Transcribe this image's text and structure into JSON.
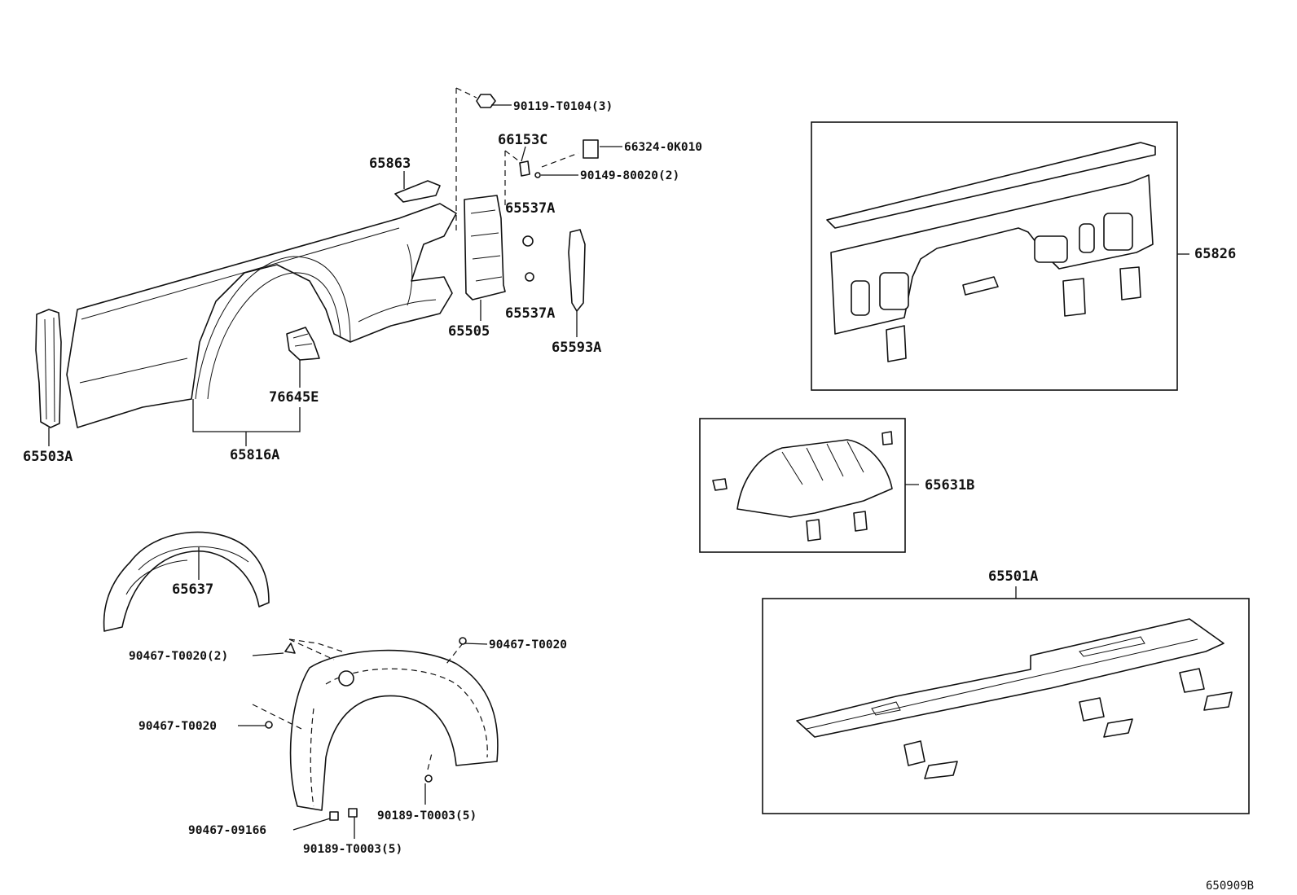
{
  "diagram_id": "650909B",
  "labels": {
    "p90119": "90119-T0104(3)",
    "p66153C": "66153C",
    "p66324": "66324-0K010",
    "p90149": "90149-80020(2)",
    "p65863": "65863",
    "p65537A_top": "65537A",
    "p65537A_bot": "65537A",
    "p65505": "65505",
    "p65593A": "65593A",
    "p76645E": "76645E",
    "p65503A": "65503A",
    "p65816A": "65816A",
    "p65826": "65826",
    "p65631B": "65631B",
    "p65501A": "65501A",
    "p65637": "65637",
    "p90467_T0020_2": "90467-T0020(2)",
    "p90467_T0020_a": "90467-T0020",
    "p90467_T0020_b": "90467-T0020",
    "p90189_a": "90189-T0003(5)",
    "p90189_b": "90189-T0003(5)",
    "p90467_09166": "90467-09166"
  }
}
